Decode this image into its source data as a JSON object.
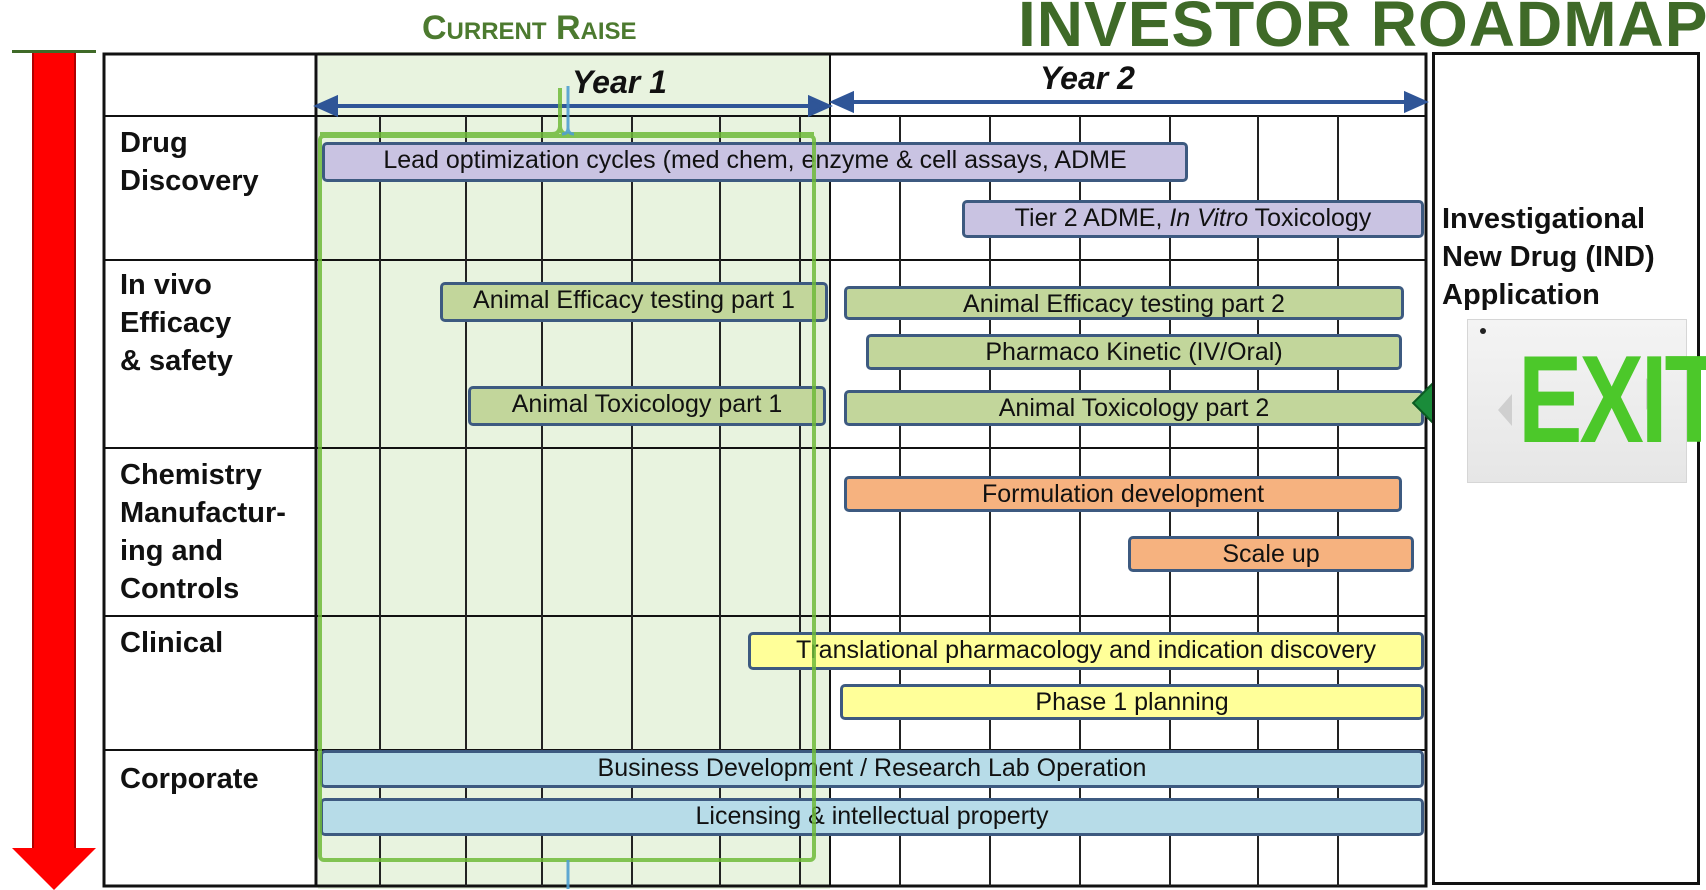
{
  "header": {
    "title": "INVESTOR ROADMAP",
    "current_raise": "Current Raise"
  },
  "years": {
    "year1": "Year 1",
    "year2": "Year 2"
  },
  "rows": [
    {
      "label": "Drug\nDiscovery"
    },
    {
      "label": "In vivo\nEfficacy\n& safety"
    },
    {
      "label": "Chemistry\nManufactur-\ning and\nControls"
    },
    {
      "label": "Clinical"
    },
    {
      "label": "Corporate"
    }
  ],
  "tasks": {
    "lead_opt": "Lead optimization cycles (med chem, enzyme & cell assays,  ADME",
    "tier2_a": "Tier 2 ADME, ",
    "tier2_b": "In Vitro",
    "tier2_c": " Toxicology",
    "eff1": "Animal Efficacy testing part 1",
    "eff2": "Animal Efficacy testing part 2",
    "pk": "Pharmaco Kinetic (IV/Oral)",
    "tox1": "Animal Toxicology part 1",
    "tox2": "Animal Toxicology part 2",
    "formulation": "Formulation development",
    "scaleup": "Scale up",
    "translational": "Translational pharmacology and indication discovery",
    "phase1": "Phase 1 planning",
    "bizdev": "Business Development  /  Research Lab Operation",
    "licensing": "Licensing & intellectual property"
  },
  "ind": {
    "label": "Investigational\nNew Drug (IND)\nApplication",
    "exit_sign": "EXIT"
  },
  "colors": {
    "title_green": "#3f6a28",
    "raise_fill": "#e8f3df",
    "arrow_red": "#ff0000",
    "purple": "#c9c3e2",
    "green": "#c2d69b",
    "orange": "#f6b27f",
    "yellow": "#ffff99",
    "blue": "#b7dce8",
    "bar_border": "#3d5a80",
    "milestone": "#1a8c3a"
  }
}
